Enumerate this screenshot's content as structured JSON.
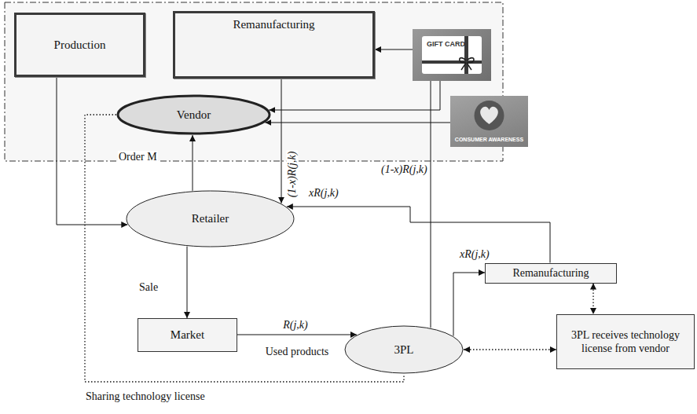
{
  "diagram": {
    "nodes": [
      {
        "text": [
          "Production"
        ]
      },
      {
        "text": [
          "Remanufacturing"
        ]
      },
      {
        "text": [
          "GIFT CARD"
        ]
      },
      {
        "text": [
          "Vendor"
        ]
      },
      {
        "text": [
          "CONSUMER AWARENESS"
        ]
      },
      {
        "text": [
          "Retailer"
        ]
      },
      {
        "text": [
          "Remanufacturing"
        ]
      },
      {
        "text": [
          "Market"
        ]
      },
      {
        "text": [
          "3PL"
        ]
      },
      {
        "text": [
          "3PL receives technology license from vendor"
        ]
      }
    ],
    "edges": [
      {
        "from": 0,
        "to": 5,
        "arrow": "to"
      },
      {
        "from": 5,
        "to": 3,
        "label": "Order M",
        "arrow": "to"
      },
      {
        "from": 1,
        "to": 5,
        "label": "(1-x)R(j,k)",
        "arrow": "to"
      },
      {
        "from": 5,
        "to": 7,
        "label": "Sale",
        "arrow": "to"
      },
      {
        "from": 7,
        "to": 8,
        "label": "R(j,k)",
        "arrow": "to"
      },
      {
        "from": 8,
        "to": 1,
        "label": "(1-x)R(j,k)",
        "arrow": "to"
      },
      {
        "from": 8,
        "to": 6,
        "label": "xR(j,k)",
        "arrow": "to"
      },
      {
        "from": 6,
        "to": 5,
        "label": "xR(j,k)",
        "arrow": "to"
      },
      {
        "from": 6,
        "to": 9,
        "arrow": "both"
      },
      {
        "from": 8,
        "to": 9,
        "arrow": "both"
      },
      {
        "from": 3,
        "to": 8,
        "arrow": "none"
      },
      {
        "from": 2,
        "to": 3,
        "arrow": "to"
      },
      {
        "from": 4,
        "to": 3,
        "arrow": "to"
      }
    ],
    "labels": [
      "Used products",
      "Sharing technology license"
    ]
  }
}
